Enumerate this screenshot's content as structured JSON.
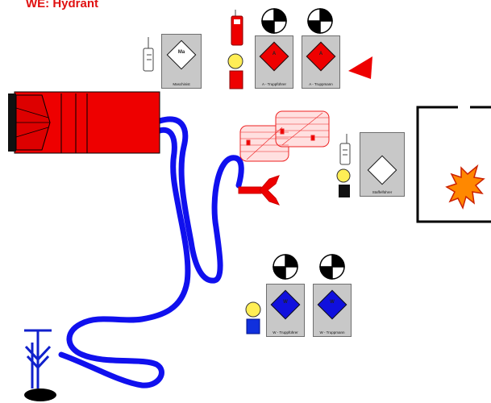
{
  "title": "WE: Hydrant",
  "cards": {
    "maschinist": {
      "symbol": "Ma",
      "caption": "Maschinist"
    },
    "a_truppfuehrer": {
      "symbol": "A",
      "caption": "A - Truppführer"
    },
    "a_truppmann": {
      "symbol": "A",
      "caption": "A - Truppmann"
    },
    "staffelfuehrer": {
      "symbol": "",
      "caption": "Staffelführer"
    },
    "w_truppfuehrer": {
      "symbol": "W",
      "caption": "W - Truppführer"
    },
    "w_truppmann": {
      "symbol": "W",
      "caption": "W - Truppmann"
    }
  },
  "colors": {
    "truck": "#ee0000",
    "hose": "#1010ee",
    "attack_diamond": "#ee0000",
    "water_diamond": "#1010dd",
    "leader_diamond": "#ffffff",
    "card": "#c8c8c8",
    "fire": "#ff8800"
  },
  "icons": [
    "fire-truck-icon",
    "hose-icon",
    "distributor-icon",
    "hydrant-standpipe-icon",
    "radio-icon",
    "breathing-apparatus-icon",
    "helmet-icon",
    "fire-icon",
    "building-icon",
    "rolled-hose-icon",
    "warning-triangle-icon"
  ]
}
